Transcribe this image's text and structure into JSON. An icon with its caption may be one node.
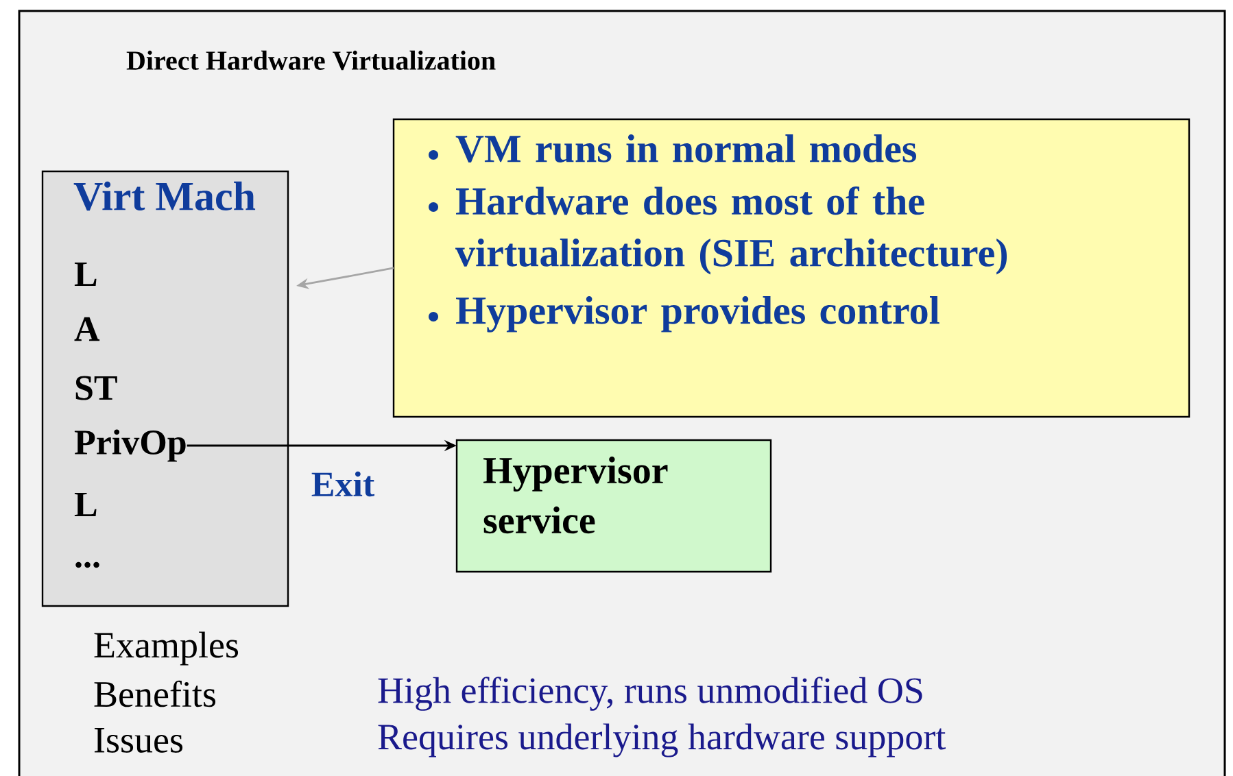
{
  "diagram": {
    "title": "Direct Hardware Virtualization",
    "nodes": [
      {
        "text": [
          "Virt Mach",
          "L",
          "A",
          "ST",
          "L",
          "..."
        ]
      },
      {
        "text": [
          "PrivOp"
        ],
        "in": 0
      },
      {
        "text": [
          "VM runs in normal modes",
          "Hardware does most of the virtualization (SIE architecture)",
          "Hypervisor provides control"
        ]
      },
      {
        "text": [
          "Hypervisor service"
        ]
      }
    ],
    "edges": [
      {
        "from": 2,
        "to": 0,
        "arrow": "to",
        "color": "#a6a6a6"
      },
      {
        "from": 1,
        "to": 3,
        "arrow": "to",
        "label": "Exit",
        "color": "#000000"
      }
    ],
    "labels": [
      "Examples",
      "Benefits",
      "High efficiency, runs unmodified OS",
      "Issues",
      "Requires underlying hardware support"
    ]
  }
}
